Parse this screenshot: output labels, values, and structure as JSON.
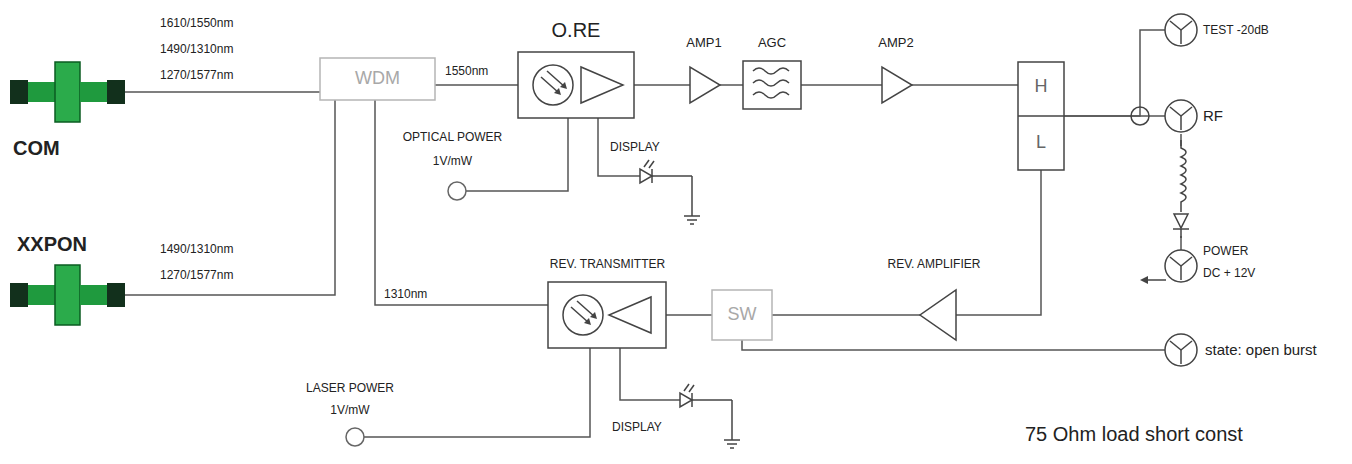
{
  "diagram": {
    "nodes": [
      {
        "text": [
          "COM"
        ]
      },
      {
        "text": [
          "XXPON"
        ]
      },
      {
        "text": [
          "WDM"
        ]
      },
      {
        "text": [
          "O.RE"
        ]
      },
      {
        "text": [
          "AMP1"
        ]
      },
      {
        "text": [
          "AGC"
        ]
      },
      {
        "text": [
          "AMP2"
        ]
      },
      {
        "text": [
          "H",
          "L"
        ]
      },
      {
        "text": [
          "TEST -20dB"
        ]
      },
      {
        "text": [
          "RF"
        ]
      },
      {
        "text": [
          "POWER DC + 12V"
        ]
      },
      {
        "text": [
          "OPTICAL POWER 1V/mW"
        ]
      },
      {
        "text": [
          "DISPLAY"
        ]
      },
      {
        "text": [
          "REV. AMPLIFIER"
        ]
      },
      {
        "text": [
          "SW"
        ]
      },
      {
        "text": [
          "REV. TRANSMITTER"
        ]
      },
      {
        "text": [
          "state: open burst"
        ]
      },
      {
        "text": [
          "LASER POWER 1V/mW"
        ]
      },
      {
        "text": [
          "DISPLAY"
        ]
      }
    ],
    "edges": [
      {
        "from": 0,
        "to": 2,
        "label": "1610/1550nm 1490/1310nm 1270/1577nm",
        "arrow": "none"
      },
      {
        "from": 1,
        "to": 2,
        "label": "1490/1310nm 1270/1577nm",
        "arrow": "none"
      },
      {
        "from": 2,
        "to": 3,
        "label": "1550nm",
        "arrow": "none"
      },
      {
        "from": 3,
        "to": 4,
        "arrow": "none"
      },
      {
        "from": 4,
        "to": 5,
        "arrow": "none"
      },
      {
        "from": 5,
        "to": 6,
        "arrow": "none"
      },
      {
        "from": 6,
        "to": 7,
        "arrow": "none"
      },
      {
        "from": 7,
        "to": 9,
        "arrow": "none"
      },
      {
        "from": 7,
        "to": 8,
        "arrow": "none"
      },
      {
        "from": 9,
        "to": 10,
        "arrow": "none"
      },
      {
        "from": 3,
        "to": 11,
        "arrow": "none"
      },
      {
        "from": 3,
        "to": 12,
        "arrow": "none"
      },
      {
        "from": 7,
        "to": 13,
        "arrow": "none"
      },
      {
        "from": 13,
        "to": 14,
        "arrow": "none"
      },
      {
        "from": 14,
        "to": 15,
        "arrow": "none"
      },
      {
        "from": 15,
        "to": 2,
        "label": "1310nm",
        "arrow": "none"
      },
      {
        "from": 15,
        "to": 17,
        "arrow": "none"
      },
      {
        "from": 15,
        "to": 18,
        "arrow": "none"
      },
      {
        "from": 14,
        "to": 16,
        "arrow": "none"
      }
    ],
    "labels": [
      "75 Ohm load short const"
    ]
  }
}
